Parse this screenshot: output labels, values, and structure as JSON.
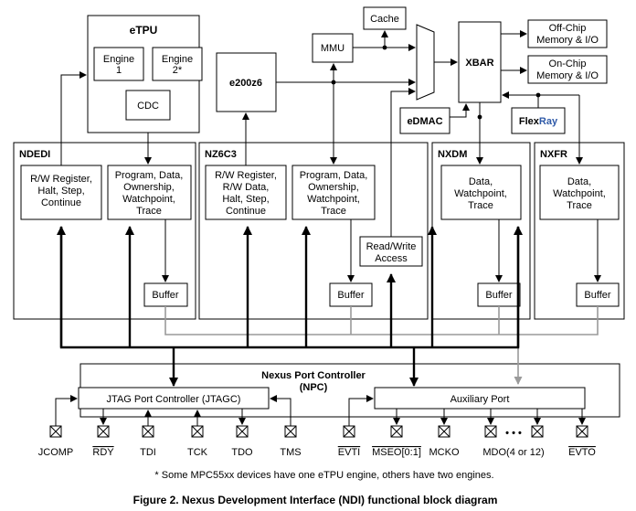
{
  "blocks": {
    "etpu": {
      "title": "eTPU",
      "engine1": [
        "Engine",
        "1"
      ],
      "engine2": [
        "Engine",
        "2*"
      ],
      "cdc": "CDC"
    },
    "e200z6": "e200z6",
    "mmu": "MMU",
    "cache": "Cache",
    "xbar": "XBAR",
    "offchip": [
      "Off-Chip",
      "Memory & I/O"
    ],
    "onchip": [
      "On-Chip",
      "Memory & I/O"
    ],
    "edmac": "eDMAC",
    "flexray": {
      "pre": "Flex",
      "post": "Ray"
    },
    "ndedi": {
      "title": "NDEDI",
      "left": [
        "R/W Register,",
        "Halt, Step,",
        "Continue"
      ],
      "right": [
        "Program, Data,",
        "Ownership,",
        "Watchpoint,",
        "Trace"
      ],
      "buffer": "Buffer"
    },
    "nz6c3": {
      "title": "NZ6C3",
      "left": [
        "R/W Register,",
        "R/W Data,",
        "Halt, Step,",
        "Continue"
      ],
      "right": [
        "Program, Data,",
        "Ownership,",
        "Watchpoint,",
        "Trace"
      ],
      "buffer": "Buffer"
    },
    "rwaccess": [
      "Read/Write",
      "Access"
    ],
    "nxdm": {
      "title": "NXDM",
      "inner": [
        "Data,",
        "Watchpoint,",
        "Trace"
      ],
      "buffer": "Buffer"
    },
    "nxfr": {
      "title": "NXFR",
      "inner": [
        "Data,",
        "Watchpoint,",
        "Trace"
      ],
      "buffer": "Buffer"
    },
    "npc": [
      "Nexus Port Controller",
      "(NPC)"
    ],
    "jtagc": "JTAG Port Controller (JTAGC)",
    "aux": "Auxiliary Port"
  },
  "pins": [
    {
      "label": "JCOMP"
    },
    {
      "label": "RDY",
      "overline": true
    },
    {
      "label": "TDI"
    },
    {
      "label": "TCK"
    },
    {
      "label": "TDO"
    },
    {
      "label": "TMS"
    },
    {
      "label": "EVTI",
      "overline": true
    },
    {
      "label": "MSEO[0:1]",
      "overline": true
    },
    {
      "label": "MCKO"
    },
    {
      "label": "MDO(4 or 12)"
    },
    {
      "label": "EVTO",
      "overline": true
    }
  ],
  "ellipsis": "• • •",
  "footnote": "* Some MPC55xx devices have one eTPU engine, others have two engines.",
  "caption": "Figure 2. Nexus Development Interface (NDI) functional block diagram"
}
